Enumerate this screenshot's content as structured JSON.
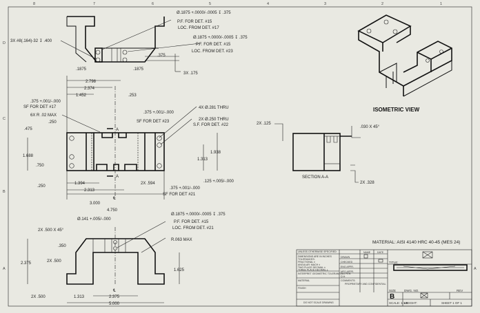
{
  "zones": {
    "top": [
      "8",
      "7",
      "6",
      "5",
      "4",
      "3",
      "2",
      "1"
    ],
    "left": [
      "D",
      "C",
      "B",
      "A"
    ],
    "right": [
      "A"
    ]
  },
  "top_view": {
    "callout_hole_17": [
      "Ø.1875 +.0000/-.0005 ↧ .375",
      "P.F. FOR DET. #15",
      "LOC. FROM DET. #17"
    ],
    "callout_hole_23": [
      "Ø.1875 +.0000/-.0005 ↧ .375",
      "P.F. FOR DET. #15",
      "LOC. FROM DET. #23"
    ],
    "tapped": "3X #8(.164)-32 ↧ .400",
    "dims": [
      ".1875",
      ".1875",
      ".375",
      "3X .175"
    ]
  },
  "front_view": {
    "dims": [
      "2.798",
      "2.374",
      "1.452",
      ".253",
      ".250",
      ".475",
      "1.688",
      ".750",
      ".250",
      "1.394",
      "2.313",
      "2X .594",
      "3.000",
      "4.750",
      "1.938",
      "1.313"
    ],
    "notes": [
      ".375 +.001/-.000",
      "SF FOR DET #17",
      "6X R .02 MAX",
      ".375 +.001/-.000",
      "SF FOR DET #23",
      "4X Ø.281 THRU",
      "2X Ø.250 THRU",
      "S.F. FOR DET. #22",
      ".125 +.005/-.000",
      ".375 +.001/-.000",
      "SF FOR DET #21"
    ],
    "section_marks": [
      "A",
      "A"
    ],
    "centerline": "℄"
  },
  "bottom_view": {
    "hole_callout": [
      "Ø.1875 +.0000/-.0005 ↧ .375",
      "P.F. FOR DET. #15",
      "LOC. FROM DET. #21"
    ],
    "drill": "Ø.141 +.005/-.000",
    "notes": [
      "2X .500 X 45°",
      ".350",
      "2X .500",
      "R.063 MAX",
      "2X .500"
    ],
    "dims": [
      "2.375",
      "1.625",
      "1.313",
      "2.375",
      "5.000"
    ],
    "centerline": "℄"
  },
  "section": {
    "label": "SECTION A-A",
    "notes": [
      "2X .125",
      ".030 X 45°",
      "2X .328"
    ]
  },
  "isometric": {
    "label": "ISOMETRIC VIEW"
  },
  "material": "MATERIAL: AISI 4140 HRC 40-45 (MES 24)",
  "title_block": {
    "left": [
      "UNLESS OTHERWISE SPECIFIED:",
      "DIMENSIONS ARE IN INCHES",
      "TOLERANCES:",
      "FRACTIONAL ±",
      "ANGULAR: MACH ±",
      "TWO PLACE DECIMAL ±",
      "THREE PLACE DECIMAL ±",
      "INTERPRET GEOMETRIC TOLERANCING PER:",
      "MATERIAL",
      "FINISH",
      "DO NOT SCALE DRAWING"
    ],
    "col_headers": [
      "NAME",
      "DATE"
    ],
    "rows": [
      "DRAWN",
      "CHECKED",
      "ENG APPR.",
      "MFG APPR.",
      "Q.A.",
      "COMMENTS:"
    ],
    "proprietary": "PROPRIETARY AND CONFIDENTIAL",
    "title_label": "TITLE:",
    "size_label": "SIZE",
    "size": "B",
    "dwg_no_label": "DWG. NO.",
    "rev_label": "REV",
    "scale": "SCALE: 1:1.5",
    "weight": "WEIGHT:",
    "sheet": "SHEET 1 OF 1"
  }
}
